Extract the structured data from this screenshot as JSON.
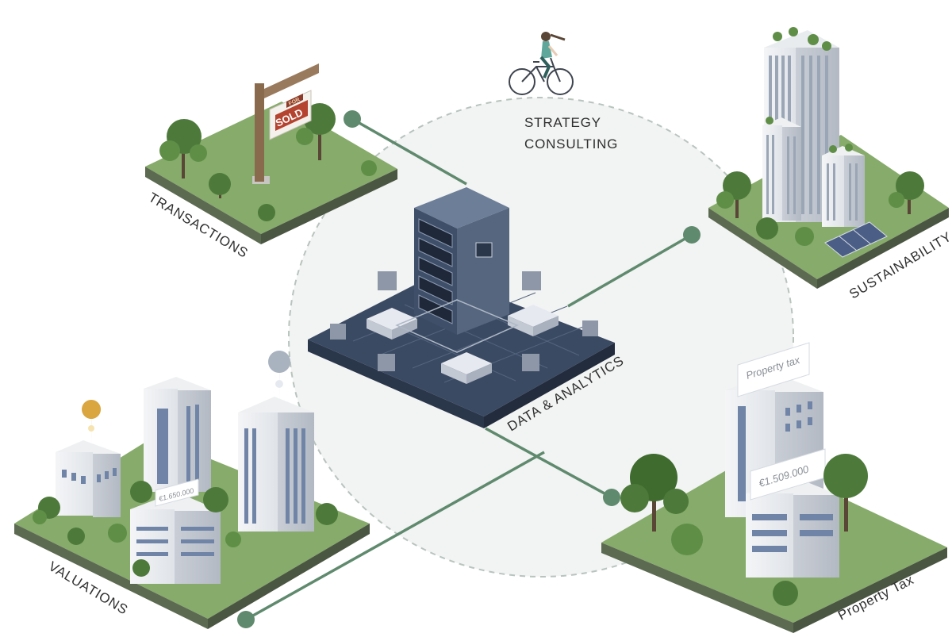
{
  "diagram": {
    "center_label": "DATA & ANALYTICS",
    "nodes": {
      "strategy": {
        "line1": "STRATEGY",
        "line2": "CONSULTING"
      },
      "transactions": {
        "label": "TRANSACTIONS",
        "sign_top": "FOR",
        "sign_main": "SOLD"
      },
      "sustainability": {
        "label": "SUSTAINABILITY"
      },
      "valuations": {
        "label": "VALUATIONS",
        "price_tag": "€1.650.000"
      },
      "property_tax": {
        "label": "Property Tax",
        "tag_title": "Property tax",
        "price_tag": "€1.509.000"
      }
    },
    "colors": {
      "ground": "#86ab6a",
      "ground_side": "#5d6a52",
      "connector": "#5f8a6d",
      "dashed_ring": "#b8c4be",
      "server_dark": "#3b4a63",
      "tree": "#4d7a3a"
    }
  }
}
